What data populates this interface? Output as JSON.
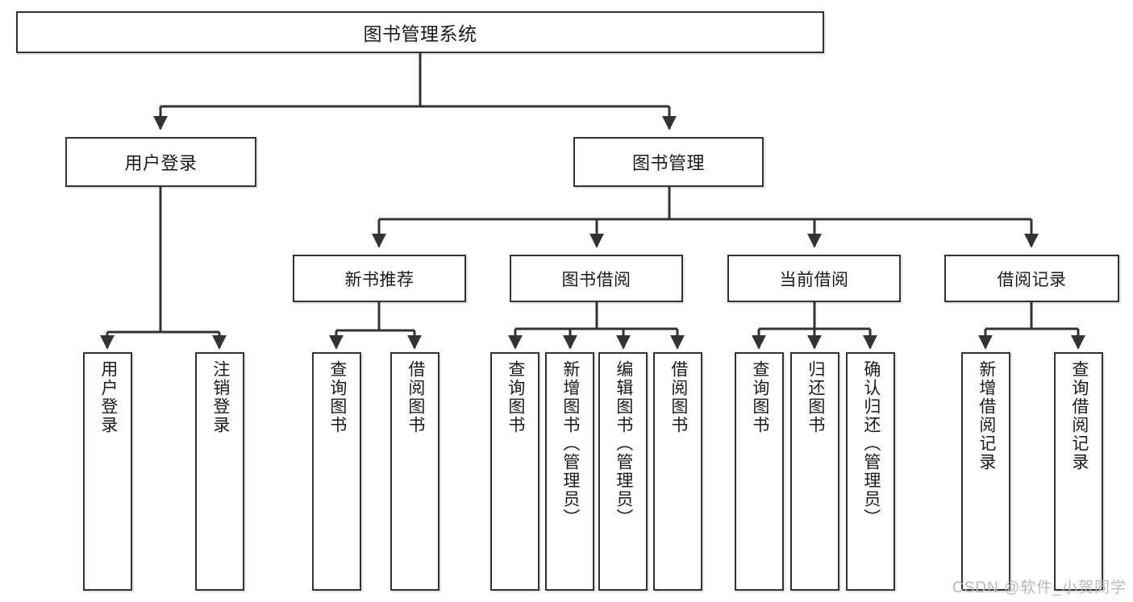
{
  "diagram": {
    "title": "图书管理系统",
    "type": "hierarchy-tree",
    "colors": {
      "border": "#333333",
      "background": "#ffffff",
      "text": "#1a1a1a",
      "watermark": "#b8b8b8"
    },
    "root": {
      "label": "图书管理系统"
    },
    "level2": [
      {
        "label": "用户登录"
      },
      {
        "label": "图书管理"
      }
    ],
    "level3": [
      {
        "label": "新书推荐"
      },
      {
        "label": "图书借阅"
      },
      {
        "label": "当前借阅"
      },
      {
        "label": "借阅记录"
      }
    ],
    "leaves": {
      "user_login": [
        {
          "label": "用户登录"
        },
        {
          "label": "注销登录"
        }
      ],
      "new_book_recommend": [
        {
          "label": "查询图书"
        },
        {
          "label": "借阅图书"
        }
      ],
      "book_borrow": [
        {
          "label": "查询图书"
        },
        {
          "label": "新增图书（管理员）"
        },
        {
          "label": "编辑图书（管理员）"
        },
        {
          "label": "借阅图书"
        }
      ],
      "current_borrow": [
        {
          "label": "查询图书"
        },
        {
          "label": "归还图书"
        },
        {
          "label": "确认归还（管理员）"
        }
      ],
      "borrow_record": [
        {
          "label": "新增借阅记录"
        },
        {
          "label": "查询借阅记录"
        }
      ]
    }
  },
  "watermark": {
    "text": "CSDN @软件_小贺同学"
  }
}
